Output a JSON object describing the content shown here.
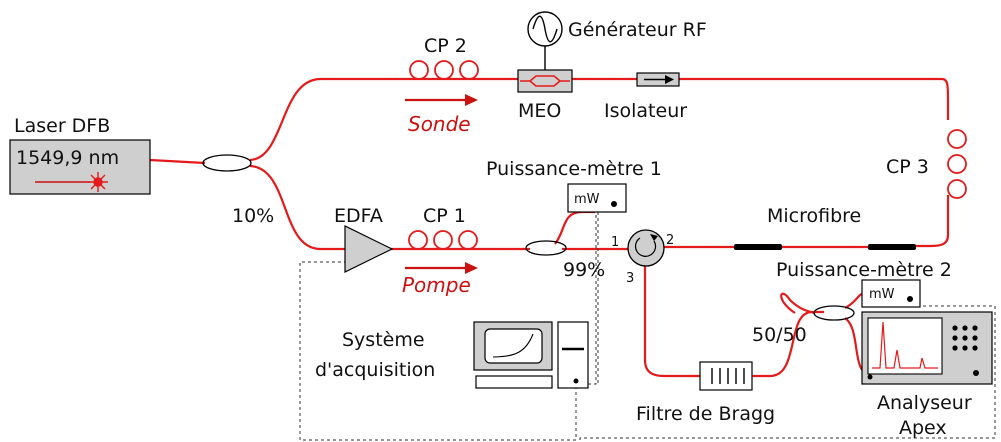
{
  "colors": {
    "fiber": "#e51a1a",
    "arrow": "#cc1111",
    "component_fill": "#cfcfcf",
    "line": "#000000"
  },
  "laser": {
    "title": "Laser DFB",
    "wavelength": "1549,9 nm"
  },
  "labels": {
    "cp2": "CP 2",
    "cp1": "CP 1",
    "cp3": "CP 3",
    "generator": "Générateur RF",
    "meo": "MEO",
    "isolator": "Isolateur",
    "probe": "Sonde",
    "pump": "Pompe",
    "edfa": "EDFA",
    "split_10": "10%",
    "split_99": "99%",
    "power_meter_1": "Puissance-mètre 1",
    "power_meter_2": "Puissance-mètre 2",
    "microfibre": "Microfibre",
    "coupler_50": "50/50",
    "bragg": "Filtre de Bragg",
    "acq_line1": "Système",
    "acq_line2": "d'acquisition",
    "analyzer_line1": "Analyseur",
    "analyzer_line2": "Apex",
    "mw": "mW",
    "port1": "1",
    "port2": "2",
    "port3": "3"
  },
  "icons": {
    "sine_source": "sine-wave-icon",
    "laser_emission": "laser-burst-icon",
    "circulator": "circulator-icon",
    "polarization_controller": "fiber-loop-icon"
  }
}
